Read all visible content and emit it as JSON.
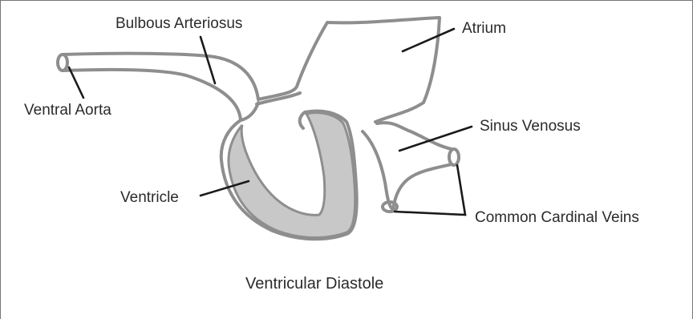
{
  "labels": {
    "bulbous_arteriosus": "Bulbous Arteriosus",
    "atrium": "Atrium",
    "ventral_aorta": "Ventral Aorta",
    "sinus_venosus": "Sinus Venosus",
    "ventricle": "Ventricle",
    "common_cardinal_veins": "Common Cardinal Veins"
  },
  "caption": "Ventricular Diastole",
  "colors": {
    "outline": "#8e8e8e",
    "ventricle_fill": "#c8c8c8",
    "leader": "#1a1a1a",
    "text": "#2b2b2b"
  }
}
